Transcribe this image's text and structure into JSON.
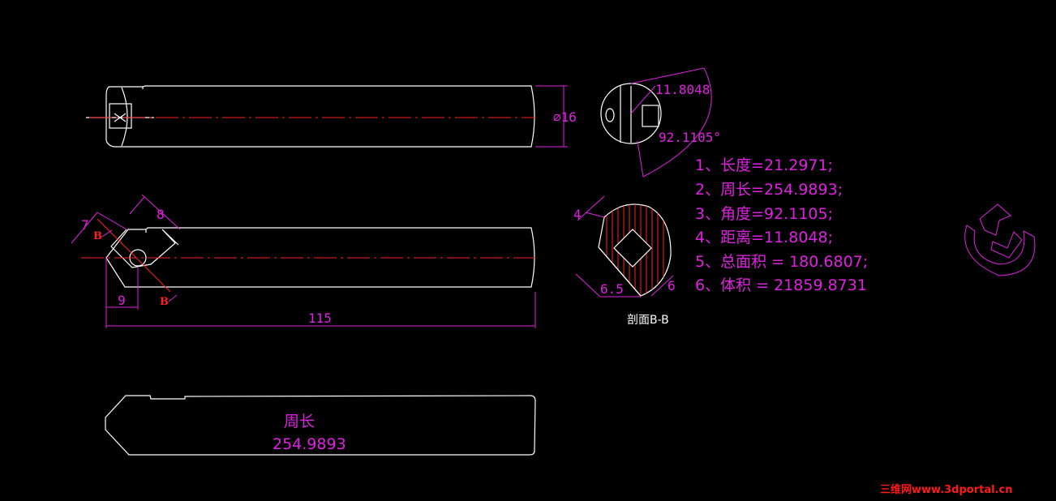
{
  "drawing": {
    "dimensions": {
      "dia": "⌀16",
      "len_7": "7",
      "len_8": "8",
      "len_9": "9",
      "len_115": "115",
      "sec_4": "4",
      "sec_6_5": "6.5",
      "sec_6": "6",
      "angle_distance": "11.8048",
      "angle_value": "92.1105°"
    },
    "section_labels": {
      "b_top": "B",
      "b_bottom": "B",
      "section_caption": "剖面B-B"
    },
    "notes": [
      "1、长度=21.2971;",
      "2、周长=254.9893;",
      "3、角度=92.1105;",
      "4、距离=11.8048;",
      "5、总面积 = 180.6807;",
      "6、体积 = 21859.8731"
    ],
    "perimeter_label": "周长",
    "perimeter_value": "254.9893",
    "watermark": "三维网www.3dportal.cn"
  },
  "colors": {
    "background": "#000000",
    "outline": "#ffffff",
    "dimension": "#e020e0",
    "centerline": "#ff2020",
    "hatch": "#ff2020"
  }
}
